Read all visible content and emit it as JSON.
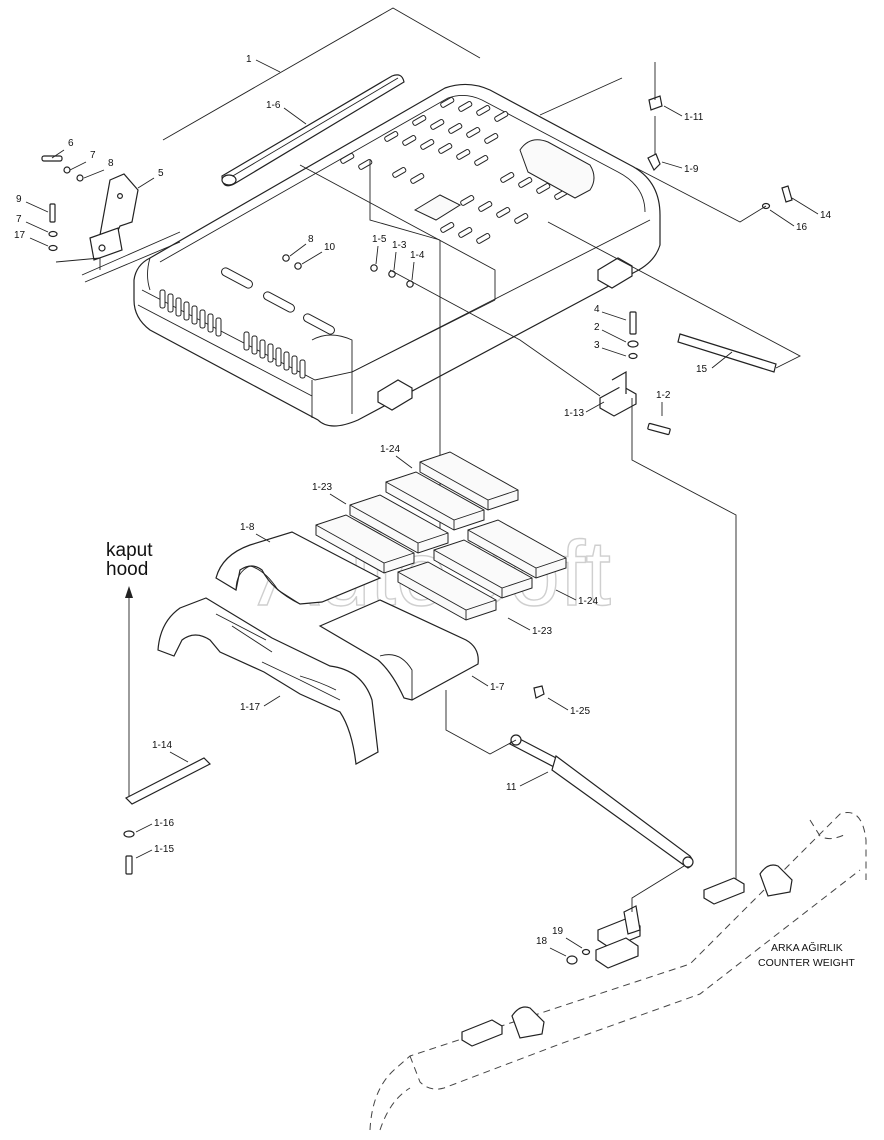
{
  "watermark": "AutoSoft",
  "hood_label": {
    "line1": "kaput",
    "line2": "hood"
  },
  "counterweight_label": {
    "line1": "ARKA AĞIRLIK",
    "line2": "COUNTER WEIGHT"
  },
  "callouts": [
    {
      "id": "c1",
      "text": "1"
    },
    {
      "id": "c1-6",
      "text": "1-6"
    },
    {
      "id": "c6",
      "text": "6"
    },
    {
      "id": "c7a",
      "text": "7"
    },
    {
      "id": "c8a",
      "text": "8"
    },
    {
      "id": "c5",
      "text": "5"
    },
    {
      "id": "c9",
      "text": "9"
    },
    {
      "id": "c7b",
      "text": "7"
    },
    {
      "id": "c17",
      "text": "17"
    },
    {
      "id": "c8b",
      "text": "8"
    },
    {
      "id": "c10",
      "text": "10"
    },
    {
      "id": "c1-5",
      "text": "1-5"
    },
    {
      "id": "c1-3",
      "text": "1-3"
    },
    {
      "id": "c1-4",
      "text": "1-4"
    },
    {
      "id": "c1-11",
      "text": "1-11"
    },
    {
      "id": "c1-9",
      "text": "1-9"
    },
    {
      "id": "c14",
      "text": "14"
    },
    {
      "id": "c16",
      "text": "16"
    },
    {
      "id": "c4",
      "text": "4"
    },
    {
      "id": "c2",
      "text": "2"
    },
    {
      "id": "c3",
      "text": "3"
    },
    {
      "id": "c15",
      "text": "15"
    },
    {
      "id": "c1-2",
      "text": "1-2"
    },
    {
      "id": "c1-13",
      "text": "1-13"
    },
    {
      "id": "c1-24a",
      "text": "1-24"
    },
    {
      "id": "c1-23a",
      "text": "1-23"
    },
    {
      "id": "c1-8",
      "text": "1-8"
    },
    {
      "id": "c1-24b",
      "text": "1-24"
    },
    {
      "id": "c1-23b",
      "text": "1-23"
    },
    {
      "id": "c1-7",
      "text": "1-7"
    },
    {
      "id": "c1-25",
      "text": "1-25"
    },
    {
      "id": "c1-17",
      "text": "1-17"
    },
    {
      "id": "c1-14",
      "text": "1-14"
    },
    {
      "id": "c11",
      "text": "11"
    },
    {
      "id": "c1-16",
      "text": "1-16"
    },
    {
      "id": "c1-15",
      "text": "1-15"
    },
    {
      "id": "c19",
      "text": "19"
    },
    {
      "id": "c18",
      "text": "18"
    }
  ]
}
